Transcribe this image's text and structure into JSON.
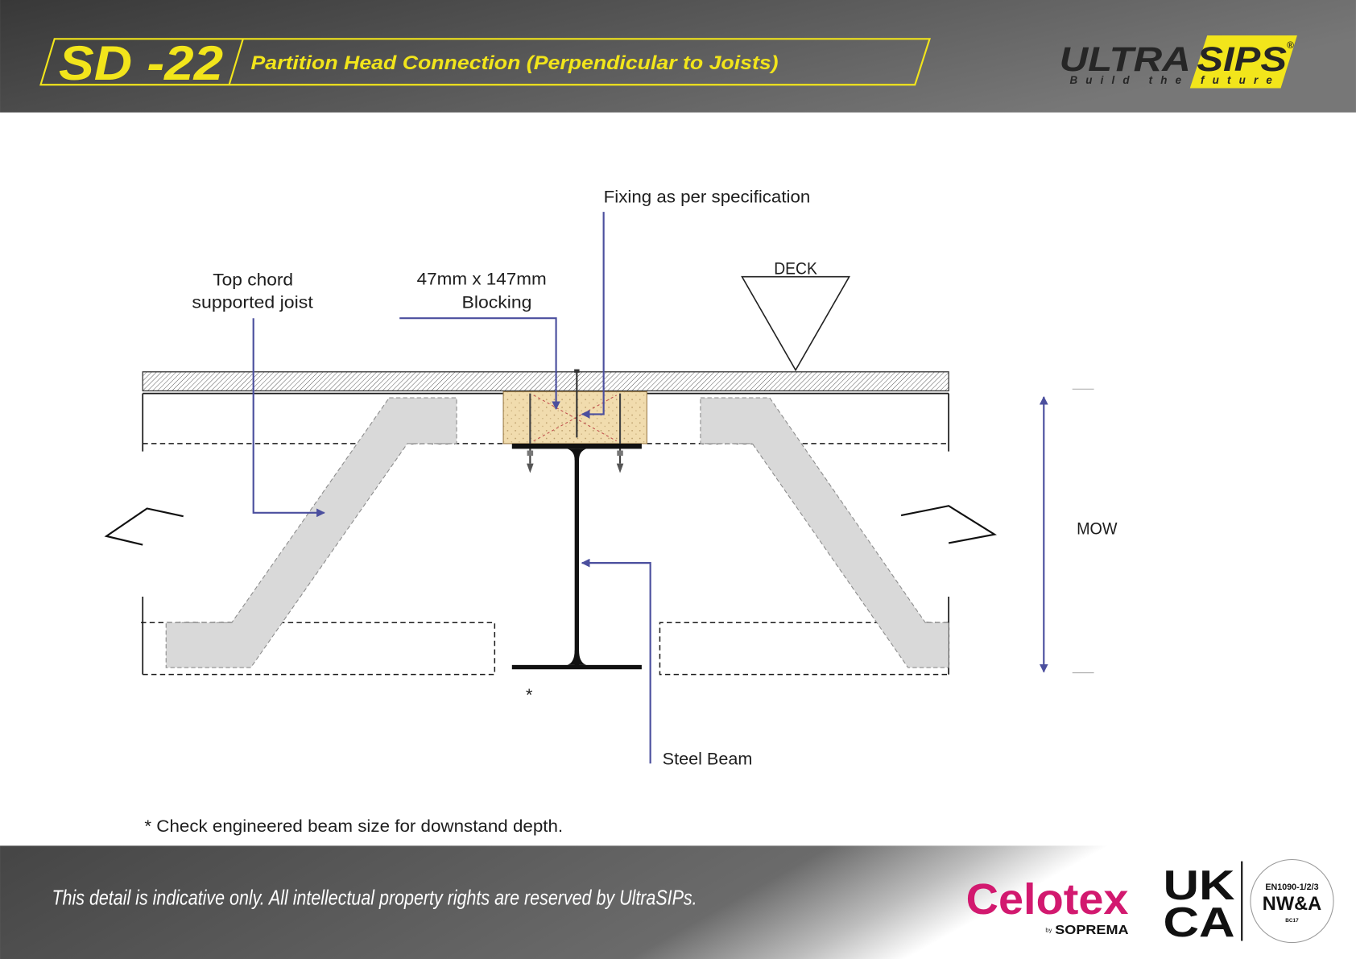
{
  "header": {
    "code": "SD -22",
    "title": "Partition Head Connection (Perpendicular to Joists)"
  },
  "logo": {
    "word_dark": "ULTRA",
    "word_highlight": "SIPS",
    "registered": "®",
    "tagline": "Build the future"
  },
  "labels": {
    "fixing": "Fixing as per specification",
    "blocking_size": "47mm x 147mm",
    "blocking": "Blocking",
    "joist_line1": "Top chord",
    "joist_line2": "supported joist",
    "deck": "DECK",
    "steel_beam": "Steel Beam",
    "mow": "MOW",
    "downstand_marker": "*"
  },
  "footnote": "* Check engineered beam size for downstand depth.",
  "footer": {
    "disclaimer": "This detail is indicative only. All intellectual property rights are reserved by UltraSIPs."
  },
  "certifications": {
    "celotex": {
      "name": "Celotex",
      "by": "by",
      "maker": "SOPREMA"
    },
    "ukca": {
      "line1": "UK",
      "line2": "CA"
    },
    "notified_body": {
      "standard": "EN1090-1/2/3",
      "name": "NW&A",
      "code": "BC17"
    }
  },
  "colors": {
    "accent_yellow": "#F2E51B",
    "leader_blue": "#4B4F9E",
    "celotex_pink": "#D2196F"
  }
}
